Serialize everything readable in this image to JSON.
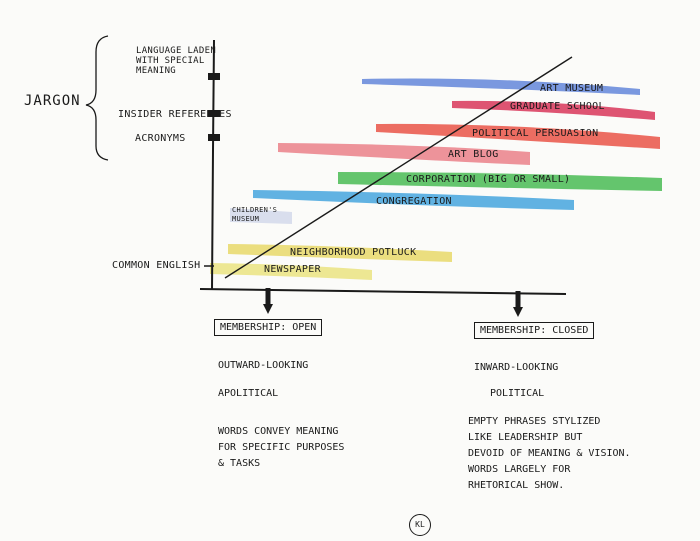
{
  "jargon_label": "Jargon",
  "y_levels": {
    "language_laden": "Language laden with special meaning",
    "insider_references": "Insider References",
    "acronyms": "Acronyms",
    "common_english": "Common English"
  },
  "bands": [
    {
      "label": "Art Museum",
      "color": "#5a7fd8"
    },
    {
      "label": "Graduate School",
      "color": "#d8365a"
    },
    {
      "label": "Political Persuasion",
      "color": "#e84a3c"
    },
    {
      "label": "Art Blog",
      "color": "#e8707a"
    },
    {
      "label": "Corporation (Big or Small)",
      "color": "#3fb84a"
    },
    {
      "label": "Congregation",
      "color": "#3ba0dc"
    },
    {
      "label": "Children's Museum",
      "color": "#9aa8d8"
    },
    {
      "label": "Neighborhood Potluck",
      "color": "#e8d86a"
    },
    {
      "label": "Newspaper",
      "color": "#e8e070"
    }
  ],
  "open": {
    "box": "Membership: Open",
    "line1": "Outward-Looking",
    "line2": "Apolitical",
    "note": [
      "Words convey meaning",
      "for specific purposes",
      "& tasks"
    ]
  },
  "closed": {
    "box": "Membership: Closed",
    "line1": "Inward-Looking",
    "line2": "Political",
    "note": [
      "Empty phrases stylized",
      "like leadership but",
      "devoid of meaning & vision.",
      "Words largely for",
      "rhetorical show."
    ]
  },
  "signature": "KL"
}
